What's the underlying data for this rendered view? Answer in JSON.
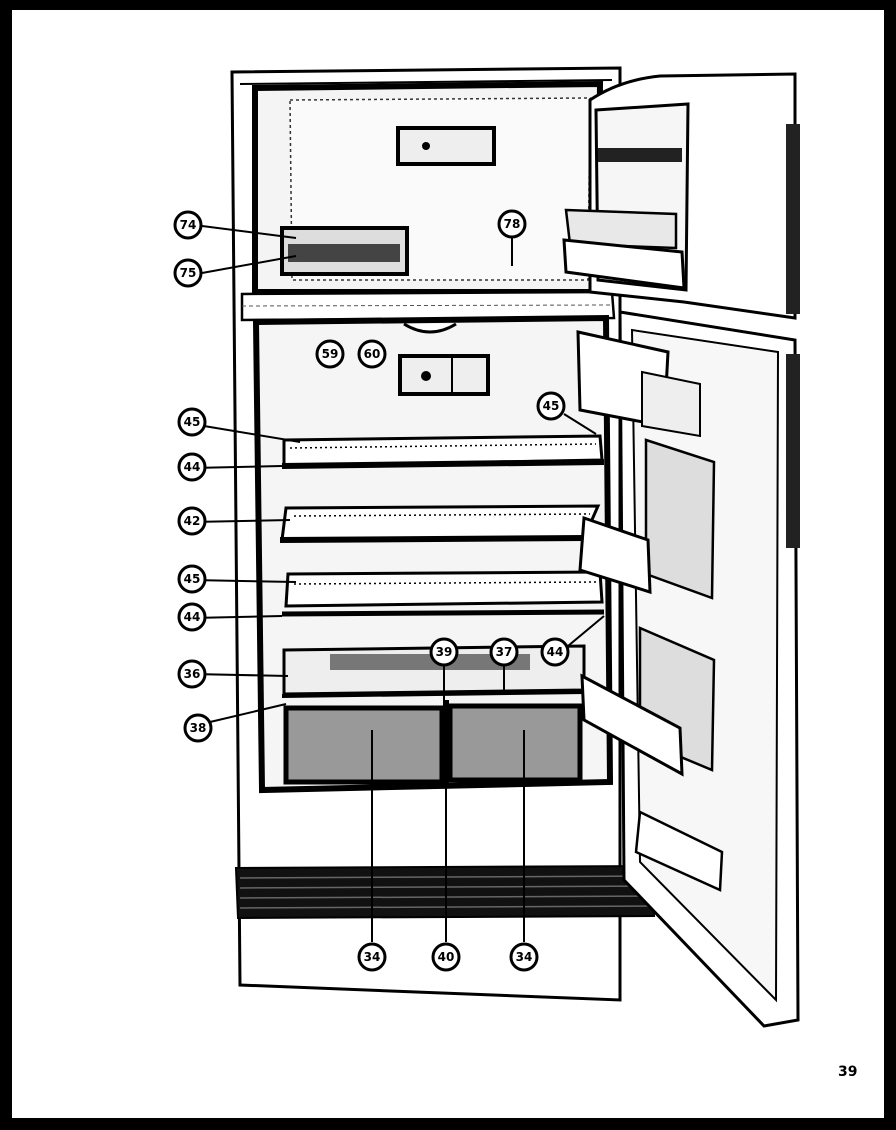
{
  "page_number": "39",
  "callouts": [
    {
      "id": "c74",
      "label": "74"
    },
    {
      "id": "c75",
      "label": "75"
    },
    {
      "id": "c78",
      "label": "78"
    },
    {
      "id": "c59",
      "label": "59"
    },
    {
      "id": "c60",
      "label": "60"
    },
    {
      "id": "c45a",
      "label": "45"
    },
    {
      "id": "c45b",
      "label": "45"
    },
    {
      "id": "c44a",
      "label": "44"
    },
    {
      "id": "c42",
      "label": "42"
    },
    {
      "id": "c45c",
      "label": "45"
    },
    {
      "id": "c44b",
      "label": "44"
    },
    {
      "id": "c39",
      "label": "39"
    },
    {
      "id": "c37",
      "label": "37"
    },
    {
      "id": "c44c",
      "label": "44"
    },
    {
      "id": "c36",
      "label": "36"
    },
    {
      "id": "c38",
      "label": "38"
    },
    {
      "id": "c34a",
      "label": "34"
    },
    {
      "id": "c40",
      "label": "40"
    },
    {
      "id": "c34b",
      "label": "34"
    }
  ]
}
